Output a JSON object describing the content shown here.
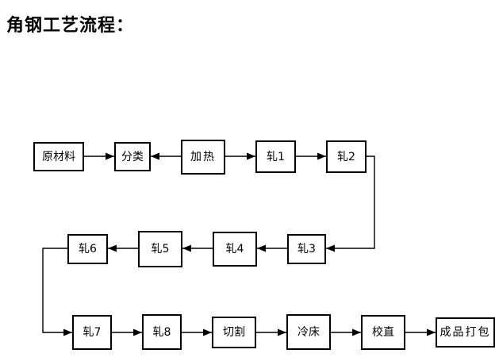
{
  "title": "角钢工艺流程：",
  "colors": {
    "background": "#ffffff",
    "stroke": "#000000",
    "node_fill": "#ffffff",
    "text": "#000000"
  },
  "diagram": {
    "type": "flowchart",
    "orientation": "serpentine-horizontal",
    "rows": [
      {
        "index": 1,
        "direction": "left-to-right"
      },
      {
        "index": 2,
        "direction": "right-to-left"
      },
      {
        "index": 3,
        "direction": "left-to-right"
      }
    ],
    "nodes": [
      {
        "id": "raw-material",
        "label": "原材料",
        "row": 1,
        "order": 1
      },
      {
        "id": "sorting",
        "label": "分类",
        "row": 1,
        "order": 2
      },
      {
        "id": "heating",
        "label": "加热",
        "row": 1,
        "order": 3
      },
      {
        "id": "roll-1",
        "label": "轧1",
        "row": 1,
        "order": 4
      },
      {
        "id": "roll-2",
        "label": "轧2",
        "row": 1,
        "order": 5
      },
      {
        "id": "roll-3",
        "label": "轧3",
        "row": 2,
        "order": 1
      },
      {
        "id": "roll-4",
        "label": "轧4",
        "row": 2,
        "order": 2
      },
      {
        "id": "roll-5",
        "label": "轧5",
        "row": 2,
        "order": 3
      },
      {
        "id": "roll-6",
        "label": "轧6",
        "row": 2,
        "order": 4
      },
      {
        "id": "roll-7",
        "label": "轧7",
        "row": 3,
        "order": 1
      },
      {
        "id": "roll-8",
        "label": "轧8",
        "row": 3,
        "order": 2
      },
      {
        "id": "cutting",
        "label": "切割",
        "row": 3,
        "order": 3
      },
      {
        "id": "cooling-bed",
        "label": "冷床",
        "row": 3,
        "order": 4
      },
      {
        "id": "straightening",
        "label": "校直",
        "row": 3,
        "order": 5
      },
      {
        "id": "packaging",
        "label": "成品打包",
        "row": 3,
        "order": 6
      }
    ],
    "edges": [
      {
        "from": "raw-material",
        "to": "sorting",
        "arrow": "right"
      },
      {
        "from": "sorting",
        "to": "heating",
        "arrow": "left"
      },
      {
        "from": "heating",
        "to": "roll-1",
        "arrow": "left"
      },
      {
        "from": "roll-1",
        "to": "roll-2",
        "arrow": "right"
      },
      {
        "from": "roll-2",
        "to": "roll-3",
        "arrow": "left",
        "path": "down-then-left"
      },
      {
        "from": "roll-3",
        "to": "roll-4",
        "arrow": "left"
      },
      {
        "from": "roll-4",
        "to": "roll-5",
        "arrow": "left"
      },
      {
        "from": "roll-5",
        "to": "roll-6",
        "arrow": "left"
      },
      {
        "from": "roll-6",
        "to": "roll-7",
        "arrow": "right",
        "path": "left-down-then-right"
      },
      {
        "from": "roll-7",
        "to": "roll-8",
        "arrow": "right"
      },
      {
        "from": "roll-8",
        "to": "cutting",
        "arrow": "right"
      },
      {
        "from": "cutting",
        "to": "cooling-bed",
        "arrow": "right"
      },
      {
        "from": "cooling-bed",
        "to": "straightening",
        "arrow": "right"
      },
      {
        "from": "straightening",
        "to": "packaging",
        "arrow": "right"
      }
    ]
  }
}
